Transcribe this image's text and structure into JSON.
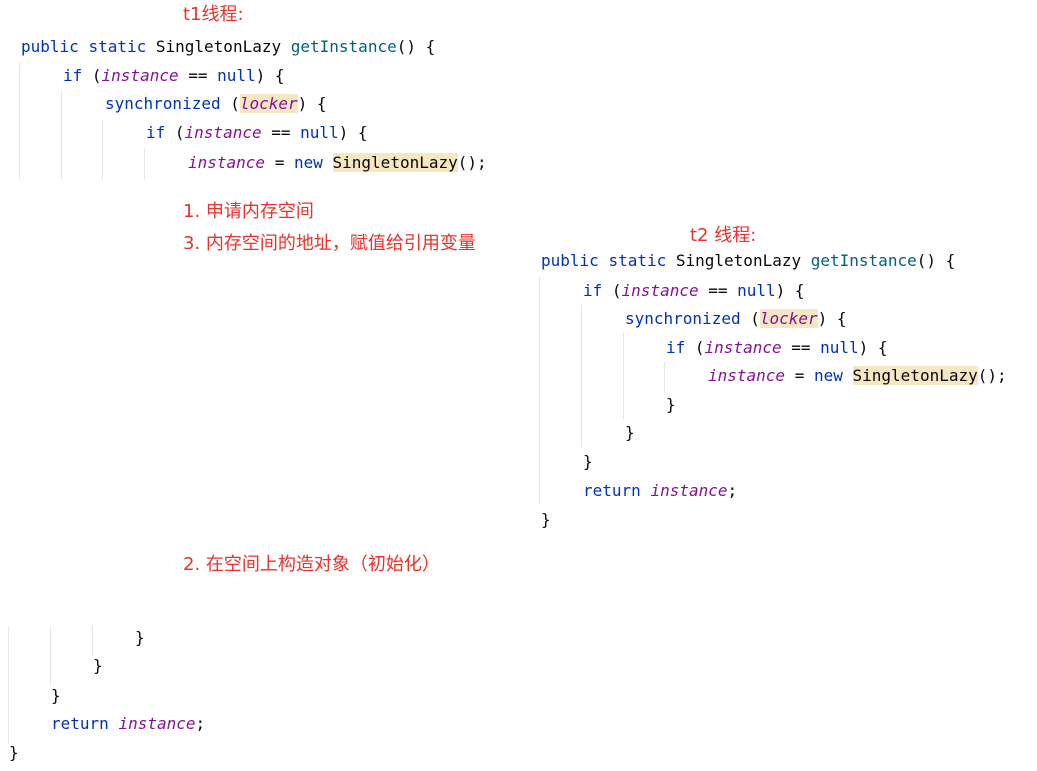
{
  "labels": {
    "t1_title": "t1线程:",
    "t2_title": "t2 线程:",
    "step1": "1. 申请内存空间",
    "step3": "3. 内存空间的地址，赋值给引用变量",
    "step2": "2. 在空间上构造对象（初始化）"
  },
  "t1": {
    "l1": {
      "kw1": "public",
      "kw2": "static",
      "type": "SingletonLazy",
      "method": "getInstance",
      "rest": "() {"
    },
    "l2": {
      "kw": "if",
      "open": " (",
      "field": "instance",
      "op": " == ",
      "kwnull": "null",
      "close": ") {"
    },
    "l3": {
      "kw": "synchronized",
      "open": " (",
      "field": "locker",
      "close": ") {"
    },
    "l4": {
      "kw": "if",
      "open": " (",
      "field": "instance",
      "op": " == ",
      "kwnull": "null",
      "close": ") {"
    },
    "l5": {
      "field": "instance",
      "op": " = ",
      "kw": "new",
      "type": "SingletonLazy",
      "rest": "();"
    },
    "b1": "}",
    "b2": "}",
    "b3": "}",
    "ret": {
      "kw": "return",
      "field": "instance",
      "rest": ";"
    },
    "b4": "}"
  },
  "t2": {
    "l1": {
      "kw1": "public",
      "kw2": "static",
      "type": "SingletonLazy",
      "method": "getInstance",
      "rest": "() {"
    },
    "l2": {
      "kw": "if",
      "open": " (",
      "field": "instance",
      "op": " == ",
      "kwnull": "null",
      "close": ") {"
    },
    "l3": {
      "kw": "synchronized",
      "open": " (",
      "field": "locker",
      "close": ") {"
    },
    "l4": {
      "kw": "if",
      "open": " (",
      "field": "instance",
      "op": " == ",
      "kwnull": "null",
      "close": ") {"
    },
    "l5": {
      "field": "instance",
      "op": " = ",
      "kw": "new",
      "type": "SingletonLazy",
      "rest": "();"
    },
    "b1": "}",
    "b2": "}",
    "b3": "}",
    "ret": {
      "kw": "return",
      "field": "instance",
      "rest": ";"
    },
    "b4": "}"
  },
  "colors": {
    "keyword": "#0033b3",
    "method": "#00627a",
    "field": "#871094",
    "highlight": "#f4e7c2",
    "annotation": "#e8322b"
  }
}
